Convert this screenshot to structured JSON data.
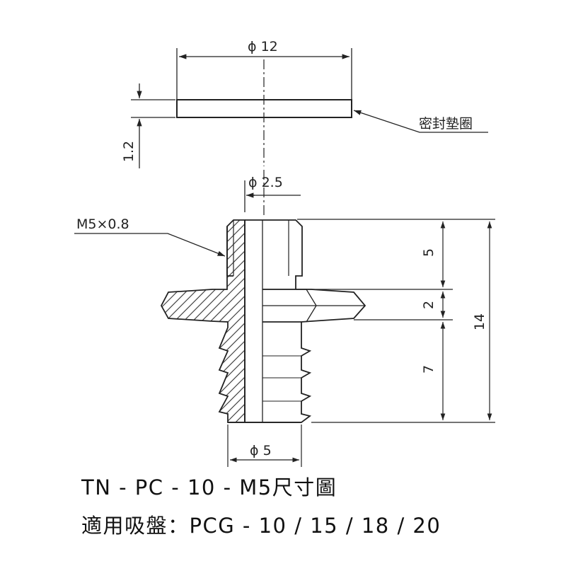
{
  "dimensions": {
    "gasket_diameter": "ϕ 12",
    "gasket_thickness": "1.2",
    "bore_diameter": "ϕ 2.5",
    "thread_spec": "M5×0.8",
    "thread_length": "5",
    "hex_thickness": "2",
    "barb_length": "7",
    "total_length": "14",
    "barb_diameter": "ϕ 5"
  },
  "labels": {
    "gasket": "密封墊圈"
  },
  "caption": {
    "line1": "TN - PC - 10 - M5尺寸圖",
    "line2": "適用吸盤：PCG - 10 / 15 / 18 / 20"
  },
  "colors": {
    "line": "#222222",
    "hatch": "#333333"
  }
}
